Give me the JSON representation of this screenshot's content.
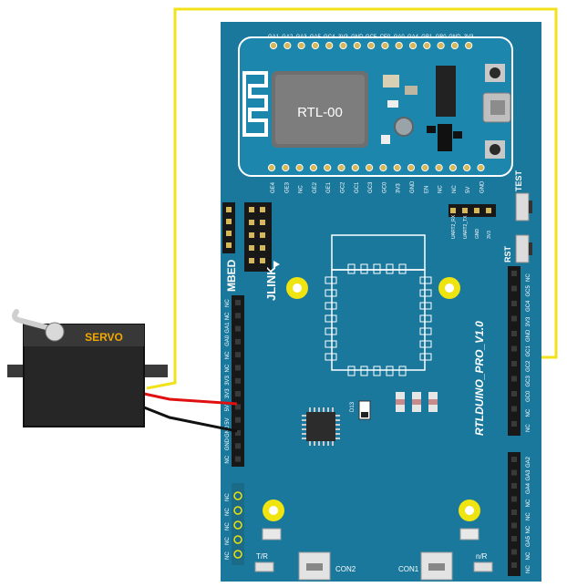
{
  "module": {
    "title": "RTL-00",
    "top_pins": [
      "GA1",
      "GA2",
      "GA3",
      "GA5",
      "GC4",
      "3V3",
      "GND",
      "GC5",
      "CE0",
      "GA0",
      "GA4",
      "GB1",
      "GB0",
      "GND",
      "3V3"
    ],
    "bottom_pins": [
      "GE4",
      "GE3",
      "NC",
      "GE2",
      "GE1",
      "GC2",
      "GC1",
      "GC3",
      "GC0",
      "3V3",
      "GND",
      "EN",
      "NC",
      "NC",
      "5V",
      "GND"
    ]
  },
  "board": {
    "name": "RTLDUINO_PRO_V1.0",
    "mbed_label": "MBED",
    "jlink_label": "JLINK",
    "test_label": "TEST",
    "rst_label": "RST",
    "uart_labels": [
      "UART2_RX",
      "UART2_TX",
      "GND",
      "3V3"
    ],
    "left_header_pins": [
      "NC",
      "NC",
      "GA1",
      "GA0",
      "NC",
      "NC",
      "3V3",
      "3V3",
      "5V",
      "5V",
      "GND",
      "GND",
      "NC"
    ],
    "right_header_pins": [
      "NC",
      "GC5",
      "GC4",
      "3V3",
      "GND",
      "GC1",
      "GC2",
      "GC3",
      "GC0",
      "NC",
      "NC"
    ],
    "right_header2_pins": [
      "GA2",
      "GA3",
      "GA4",
      "NC",
      "NC",
      "NC",
      "GA5",
      "NC",
      "NC"
    ],
    "small_header_pins": [
      "NC",
      "NC",
      "NC",
      "NC",
      "NC"
    ],
    "cn2_label": "CON2",
    "cn1_label": "CON1",
    "tr_label": "T/R",
    "nr_label": "n/R",
    "d13_label": "D13"
  },
  "servo": {
    "label": "SERVO"
  },
  "colors": {
    "board": "#19789c",
    "wire_signal": "#f2e21a",
    "wire_power": "#e01010",
    "wire_ground": "#111111"
  }
}
